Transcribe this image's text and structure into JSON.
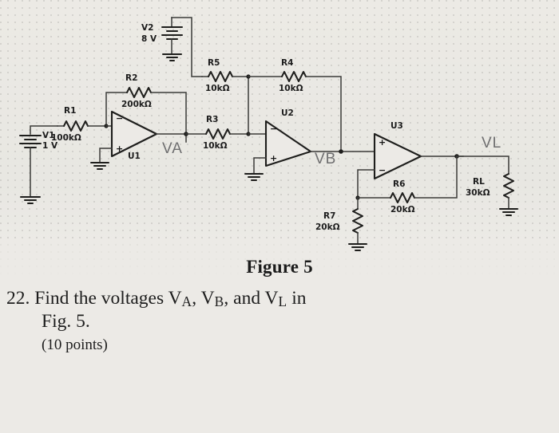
{
  "caption": "Figure 5",
  "question": {
    "number": "22.",
    "line1_pre": "Find the voltages V",
    "line1_subA": "A",
    "line1_mid": ", V",
    "line1_subB": "B",
    "line1_mid2": ", and V",
    "line1_subL": "L",
    "line1_post": " in",
    "line2": "Fig. 5.",
    "points": "(10 points)"
  },
  "circuit": {
    "sources": [
      {
        "ref": "V1",
        "value": "1 V",
        "type": "battery",
        "orientation": "vertical"
      },
      {
        "ref": "V2",
        "value": "8 V",
        "type": "battery",
        "orientation": "vertical"
      }
    ],
    "resistors": [
      {
        "ref": "R1",
        "value": "100kΩ",
        "orientation": "horizontal"
      },
      {
        "ref": "R2",
        "value": "200kΩ",
        "orientation": "horizontal"
      },
      {
        "ref": "R3",
        "value": "10kΩ",
        "orientation": "horizontal"
      },
      {
        "ref": "R4",
        "value": "10kΩ",
        "orientation": "horizontal"
      },
      {
        "ref": "R5",
        "value": "10kΩ",
        "orientation": "horizontal"
      },
      {
        "ref": "R6",
        "value": "20kΩ",
        "orientation": "horizontal"
      },
      {
        "ref": "R7",
        "value": "20kΩ",
        "orientation": "vertical"
      },
      {
        "ref": "RL",
        "value": "30kΩ",
        "orientation": "vertical"
      }
    ],
    "opamps": [
      {
        "ref": "U1",
        "top_pin": "−",
        "bottom_pin": "+"
      },
      {
        "ref": "U2",
        "top_pin": "−",
        "bottom_pin": "+"
      },
      {
        "ref": "U3",
        "top_pin": "+",
        "bottom_pin": "−"
      }
    ],
    "nodes": [
      {
        "label": "VA"
      },
      {
        "label": "VB"
      },
      {
        "label": "VL"
      }
    ],
    "colors": {
      "paper": "#e9e8e3",
      "ink": "#1e1e1c",
      "wire": "#3a3a38",
      "node_label": "#6f6f70"
    }
  }
}
